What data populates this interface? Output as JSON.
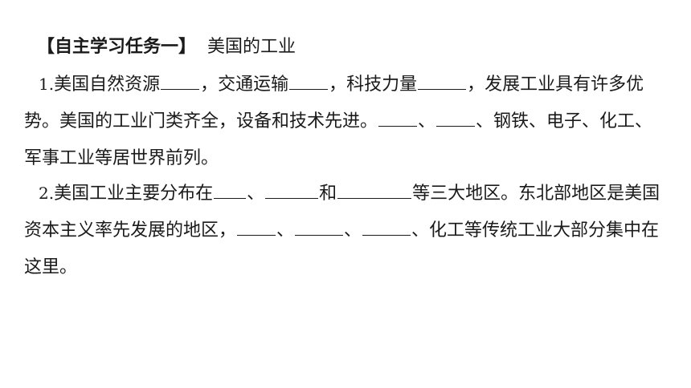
{
  "heading": {
    "task": "【自主学习任务一】",
    "topic": "美国的工业"
  },
  "p1": {
    "num": "1.",
    "s1": "美国自然资源",
    "s2": "，交通运输",
    "s3": "，科技力量",
    "s4": "，发展工业具有许多优势。美国的工业门类齐全，设备和技术先进。",
    "s5": "、",
    "s6": "、钢铁、电子、化工、军事工业等居世界前列。"
  },
  "p2": {
    "num": "2.",
    "s1": "美国工业主要分布在",
    "s2": "、",
    "s3": "和",
    "s4": "等三大地区。东北部地区是美国资本主义率先发展的地区，",
    "s5": "、",
    "s6": "、",
    "s7": "、化工等传统工业大部分集中在这里。"
  }
}
